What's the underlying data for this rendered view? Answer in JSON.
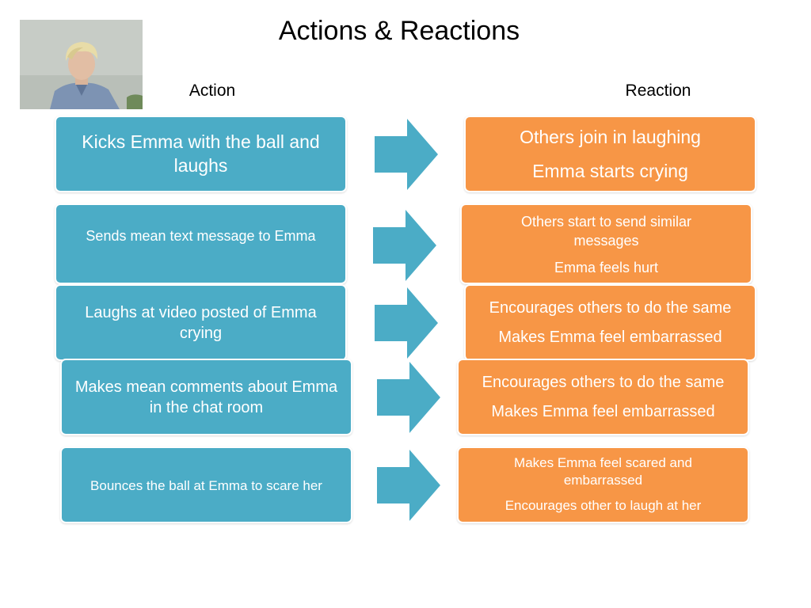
{
  "slide": {
    "title": "Actions & Reactions",
    "action_header": "Action",
    "reaction_header": "Reaction"
  },
  "colors": {
    "action_box": "#4bacc6",
    "reaction_box": "#f79646",
    "arrow": "#4bacc6"
  },
  "photo": {
    "icon": "boy-photo"
  },
  "rows": [
    {
      "action": "Kicks Emma with the ball and laughs",
      "reactions": [
        "Others join in laughing",
        "Emma starts crying"
      ]
    },
    {
      "action": "Sends mean text message to Emma",
      "reactions": [
        "Others start to send similar messages",
        "Emma feels hurt"
      ]
    },
    {
      "action": "Laughs at video posted of Emma crying",
      "reactions": [
        "Encourages others to do the same",
        "Makes Emma feel embarrassed"
      ]
    },
    {
      "action": "Makes mean comments about Emma in the chat room",
      "reactions": [
        "Encourages others to do the same",
        "Makes Emma feel embarrassed"
      ]
    },
    {
      "action": "Bounces the ball at Emma to scare her",
      "reactions": [
        "Makes Emma feel scared and embarrassed",
        "Encourages other to laugh at her"
      ]
    }
  ]
}
